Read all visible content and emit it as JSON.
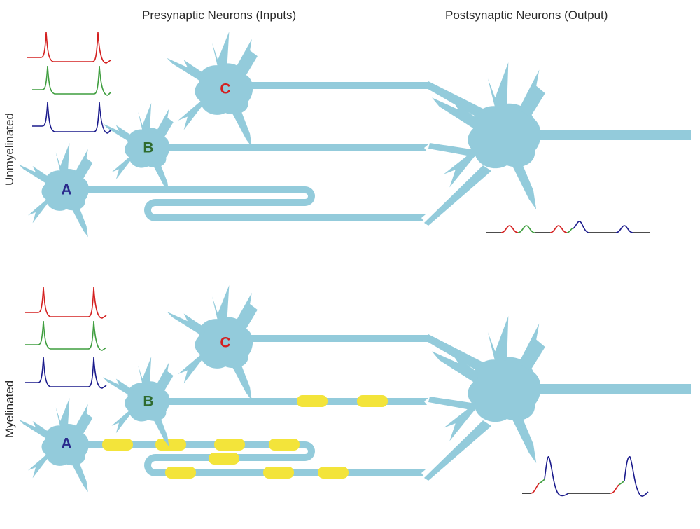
{
  "headers": {
    "presynaptic": "Presynaptic Neurons (Inputs)",
    "postsynaptic": "Postsynaptic Neurons (Output)"
  },
  "panels": [
    {
      "label": "Unmyelinated",
      "neurons": [
        {
          "letter": "A",
          "color": "#2a2a8c"
        },
        {
          "letter": "B",
          "color": "#2e6b2e"
        },
        {
          "letter": "C",
          "color": "#d42020"
        }
      ]
    },
    {
      "label": "Myelinated",
      "neurons": [
        {
          "letter": "A",
          "color": "#2a2a8c"
        },
        {
          "letter": "B",
          "color": "#2e6b2e"
        },
        {
          "letter": "C",
          "color": "#d42020"
        }
      ]
    }
  ],
  "colors": {
    "neuron": "#93cbdb",
    "myelin": "#f3e43a",
    "trace_red": "#d42020",
    "trace_green": "#3f9e3f",
    "trace_blue": "#1a1a8c",
    "trace_black": "#111111"
  }
}
